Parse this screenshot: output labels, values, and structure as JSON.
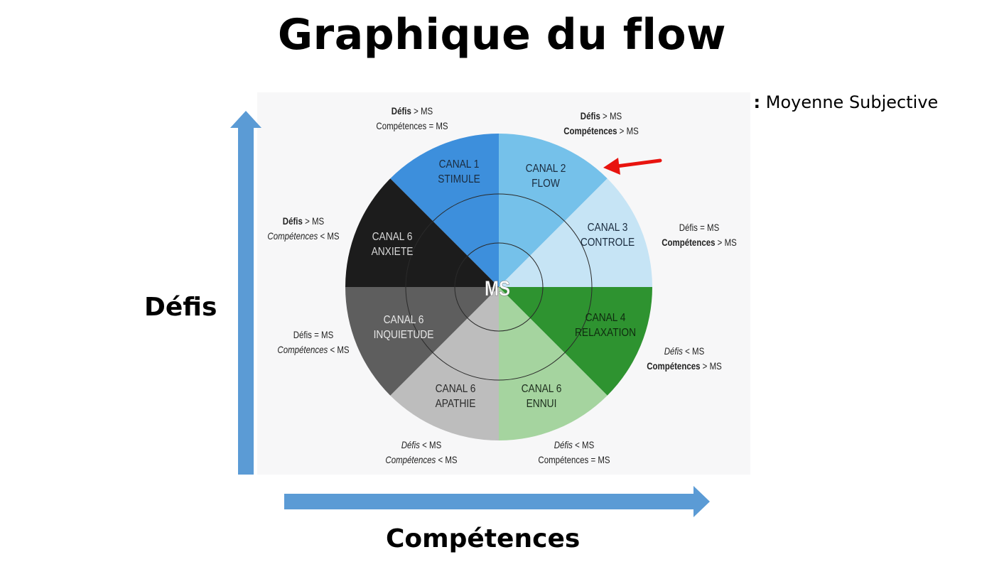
{
  "title": "Graphique du flow",
  "legend": {
    "abbr": "MS :",
    "text": "Moyenne Subjective"
  },
  "axes": {
    "y_label": "Défis",
    "x_label": "Compétences"
  },
  "center_label": "MS",
  "colors": {
    "axis_arrow": "#5b9bd5",
    "pointer_arrow": "#e8140f",
    "canal1": "#3d8fdc",
    "canal2": "#75c1ea",
    "canal3": "#c6e4f5",
    "canal4": "#2e9330",
    "canal5": "#a5d49f",
    "canal6": "#bdbdbd",
    "canal7": "#5e5e5e",
    "canal8": "#1c1c1c"
  },
  "segments": [
    {
      "line1": "CANAL 1",
      "line2": "STIMULE",
      "text_color": "#1a2b3e",
      "cond": {
        "defis": "Défis",
        "defis_op": " > MS",
        "defis_style": "k",
        "comp": "Compétences",
        "comp_op": " = MS",
        "comp_style": ""
      }
    },
    {
      "line1": "CANAL 2",
      "line2": "FLOW",
      "text_color": "#1a2b3e",
      "cond": {
        "defis": "Défis",
        "defis_op": " > MS",
        "defis_style": "k",
        "comp": "Compétences",
        "comp_op": " > MS",
        "comp_style": "k"
      }
    },
    {
      "line1": "CANAL 3",
      "line2": "CONTROLE",
      "text_color": "#1a2b3e",
      "cond": {
        "defis": "Défis",
        "defis_op": " = MS",
        "defis_style": "",
        "comp": "Compétences",
        "comp_op": " > MS",
        "comp_style": "k"
      }
    },
    {
      "line1": "CANAL 4",
      "line2": "RELAXATION",
      "text_color": "#0f2b0f",
      "cond": {
        "defis": "Défis",
        "defis_op": " < MS",
        "defis_style": "ki",
        "comp": "Compétences",
        "comp_op": " > MS",
        "comp_style": "k"
      }
    },
    {
      "line1": "CANAL 6",
      "line2": "ENNUI",
      "text_color": "#1e2e1e",
      "cond": {
        "defis": "Défis",
        "defis_op": " < MS",
        "defis_style": "ki",
        "comp": "Compétences",
        "comp_op": " = MS",
        "comp_style": ""
      }
    },
    {
      "line1": "CANAL 6",
      "line2": "APATHIE",
      "text_color": "#2a2a2a",
      "cond": {
        "defis": "Défis",
        "defis_op": " < MS",
        "defis_style": "ki",
        "comp": "Compétences",
        "comp_op": " < MS",
        "comp_style": "ki"
      }
    },
    {
      "line1": "CANAL 6",
      "line2": "INQUIETUDE",
      "text_color": "#e8e8e8",
      "cond": {
        "defis": "Défis",
        "defis_op": " = MS",
        "defis_style": "",
        "comp": "Compétences",
        "comp_op": " < MS",
        "comp_style": "ki"
      }
    },
    {
      "line1": "CANAL 6",
      "line2": "ANXIETE",
      "text_color": "#d8d8d8",
      "cond": {
        "defis": "Défis",
        "defis_op": " > MS",
        "defis_style": "k",
        "comp": "Compétences",
        "comp_op": " < MS",
        "comp_style": "ki"
      }
    }
  ]
}
